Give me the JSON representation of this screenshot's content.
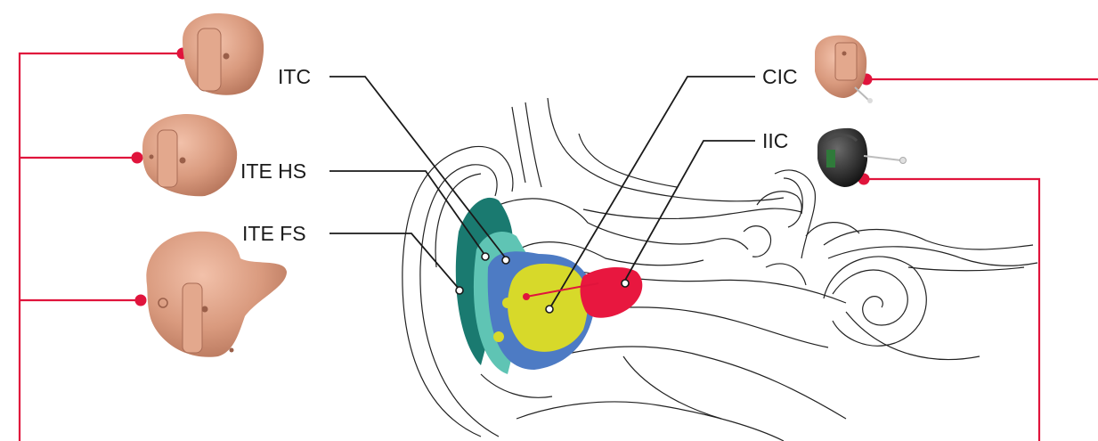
{
  "labels": {
    "itc": "ITC",
    "ite_hs": "ITE HS",
    "ite_fs": "ITE FS",
    "cic": "CIC",
    "iic": "IIC"
  },
  "colors": {
    "accent": "#e0143c",
    "ite_fs_zone": "#1a7a70",
    "ite_hs_zone": "#5fc4b4",
    "itc_zone": "#4d7bc4",
    "cic_zone": "#d7d92a",
    "iic_zone": "#e8173f",
    "skin_device": "#d9967a",
    "dark_device": "#2a2a2a",
    "outline": "#222222"
  }
}
